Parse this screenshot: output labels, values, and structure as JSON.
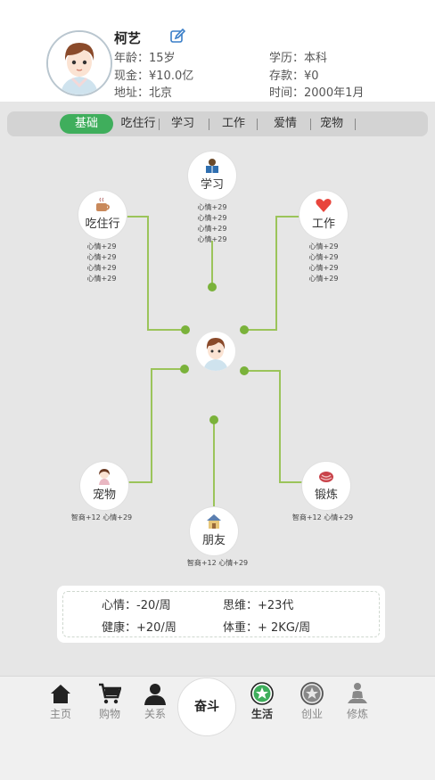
{
  "profile": {
    "name": "柯艺",
    "age": "年龄：15岁",
    "cash": "现金：¥10.0亿",
    "address": "地址：北京",
    "education": "学历：本科",
    "savings": "存款：¥0",
    "time": "时间：2000年1月"
  },
  "tabs": [
    "基础",
    "吃住行",
    "学习",
    "工作",
    "爱情",
    "宠物"
  ],
  "active_tab": "基础",
  "nodes": {
    "study": {
      "label": "学习",
      "stats": [
        "心情+29",
        "心情+29",
        "心情+29",
        "心情+29"
      ],
      "icon": "book-reading-icon"
    },
    "living": {
      "label": "吃住行",
      "stats": [
        "心情+29",
        "心情+29",
        "心情+29",
        "心情+29"
      ],
      "icon": "coffee-cup-icon"
    },
    "work": {
      "label": "工作",
      "stats": [
        "心情+29",
        "心情+29",
        "心情+29",
        "心情+29"
      ],
      "icon": "heart-icon"
    },
    "pet": {
      "label": "宠物",
      "stats": [
        "智商+12  心情+29"
      ],
      "icon": "pet-girl-icon"
    },
    "friend": {
      "label": "朋友",
      "stats": [
        "智商+12  心情+29"
      ],
      "icon": "house-icon"
    },
    "exercise": {
      "label": "锻炼",
      "stats": [
        "智商+12  心情+29"
      ],
      "icon": "meat-icon"
    }
  },
  "summary": {
    "mood": "心情：-20/周",
    "thinking": "思维：+23代",
    "health": "健康：+20/周",
    "weight": "体重：+ 2KG/周"
  },
  "nav": {
    "home": "主页",
    "shop": "购物",
    "relation": "关系",
    "center": "奋斗",
    "life": "生活",
    "business": "创业",
    "cultivate": "修炼"
  },
  "colors": {
    "accent": "#3fae5c",
    "line": "#9bc45a",
    "dot": "#7ab23a"
  }
}
